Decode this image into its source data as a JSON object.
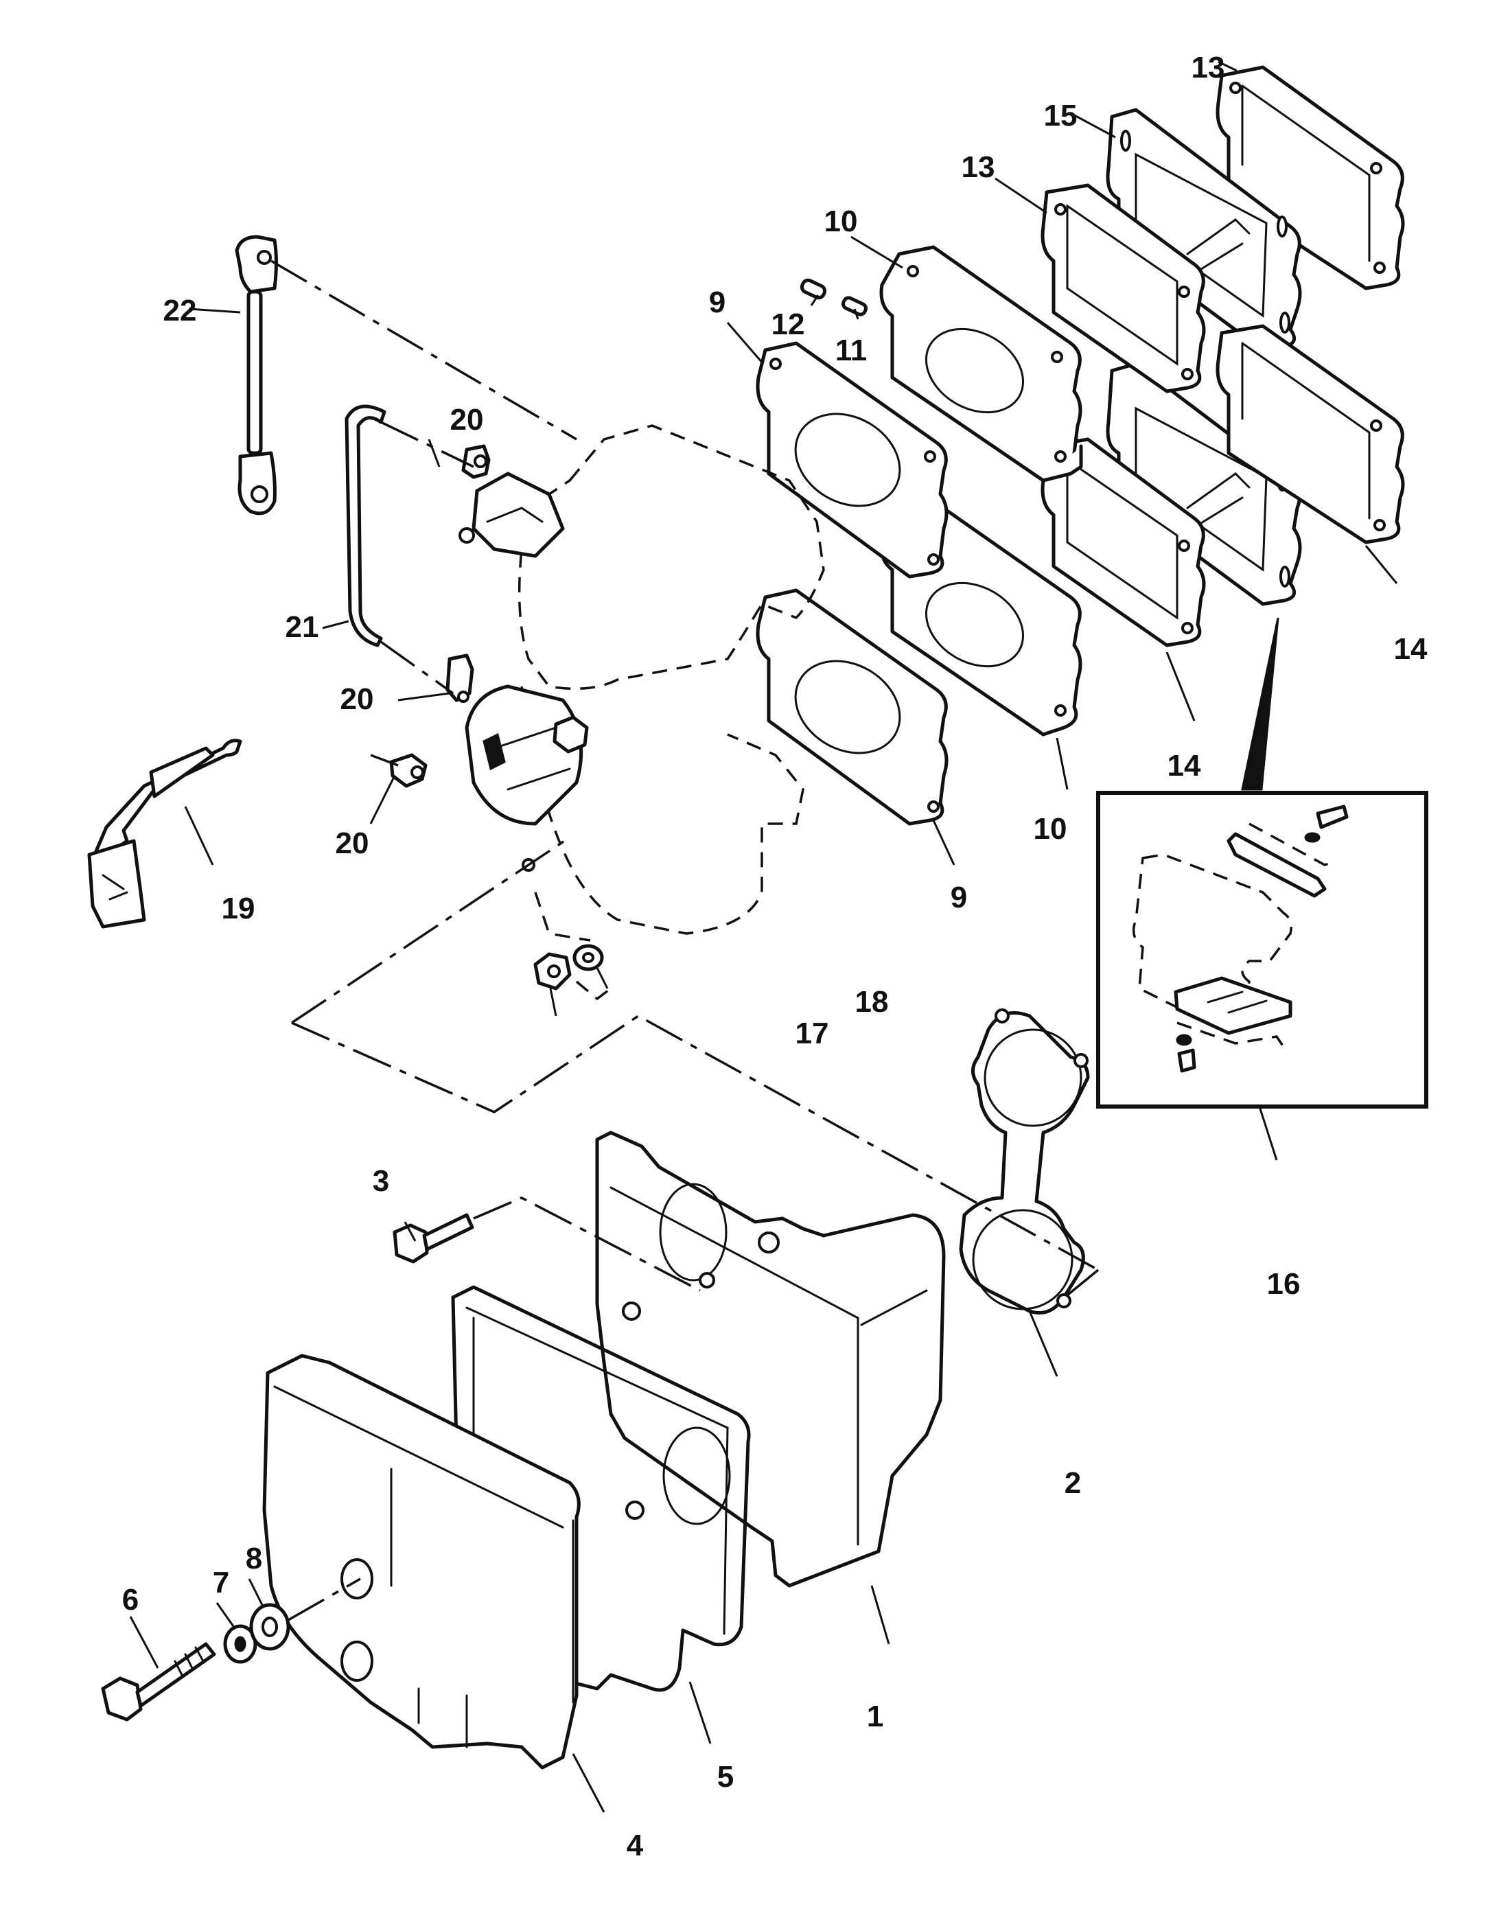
{
  "diagram": {
    "type": "exploded-parts-view",
    "callouts": [
      {
        "id": "1",
        "part": "reed-block-housing"
      },
      {
        "id": "2",
        "part": "gasket-figure-eight"
      },
      {
        "id": "3",
        "part": "bolt-short"
      },
      {
        "id": "4",
        "part": "cover"
      },
      {
        "id": "5",
        "part": "cover-gasket"
      },
      {
        "id": "6",
        "part": "bolt-long"
      },
      {
        "id": "7",
        "part": "lock-washer"
      },
      {
        "id": "8",
        "part": "flat-washer"
      },
      {
        "id": "9",
        "part": "carburetor-gasket"
      },
      {
        "id": "10",
        "part": "adaptor-plate"
      },
      {
        "id": "11",
        "part": "dowel-pin"
      },
      {
        "id": "12",
        "part": "dowel-pin"
      },
      {
        "id": "13",
        "part": "reed-block-gasket"
      },
      {
        "id": "14",
        "part": "reed-block-gasket"
      },
      {
        "id": "15",
        "part": "reed-block"
      },
      {
        "id": "16",
        "part": "reed-block-assembly-inset"
      },
      {
        "id": "17",
        "part": "nut"
      },
      {
        "id": "18",
        "part": "washer"
      },
      {
        "id": "19",
        "part": "choke-link-lever"
      },
      {
        "id": "20",
        "part": "link-retainer"
      },
      {
        "id": "21",
        "part": "throttle-link-rod"
      },
      {
        "id": "22",
        "part": "adjustable-link"
      }
    ],
    "labels": {
      "c1": "1",
      "c2": "2",
      "c3": "3",
      "c4": "4",
      "c5": "5",
      "c6": "6",
      "c7": "7",
      "c8": "8",
      "c9a": "9",
      "c9b": "9",
      "c10a": "10",
      "c10b": "10",
      "c11": "11",
      "c12": "12",
      "c13a": "13",
      "c13b": "13",
      "c14a": "14",
      "c14b": "14",
      "c15": "15",
      "c16": "16",
      "c17": "17",
      "c18": "18",
      "c19": "19",
      "c20a": "20",
      "c20b": "20",
      "c20c": "20",
      "c21": "21",
      "c22": "22"
    }
  }
}
